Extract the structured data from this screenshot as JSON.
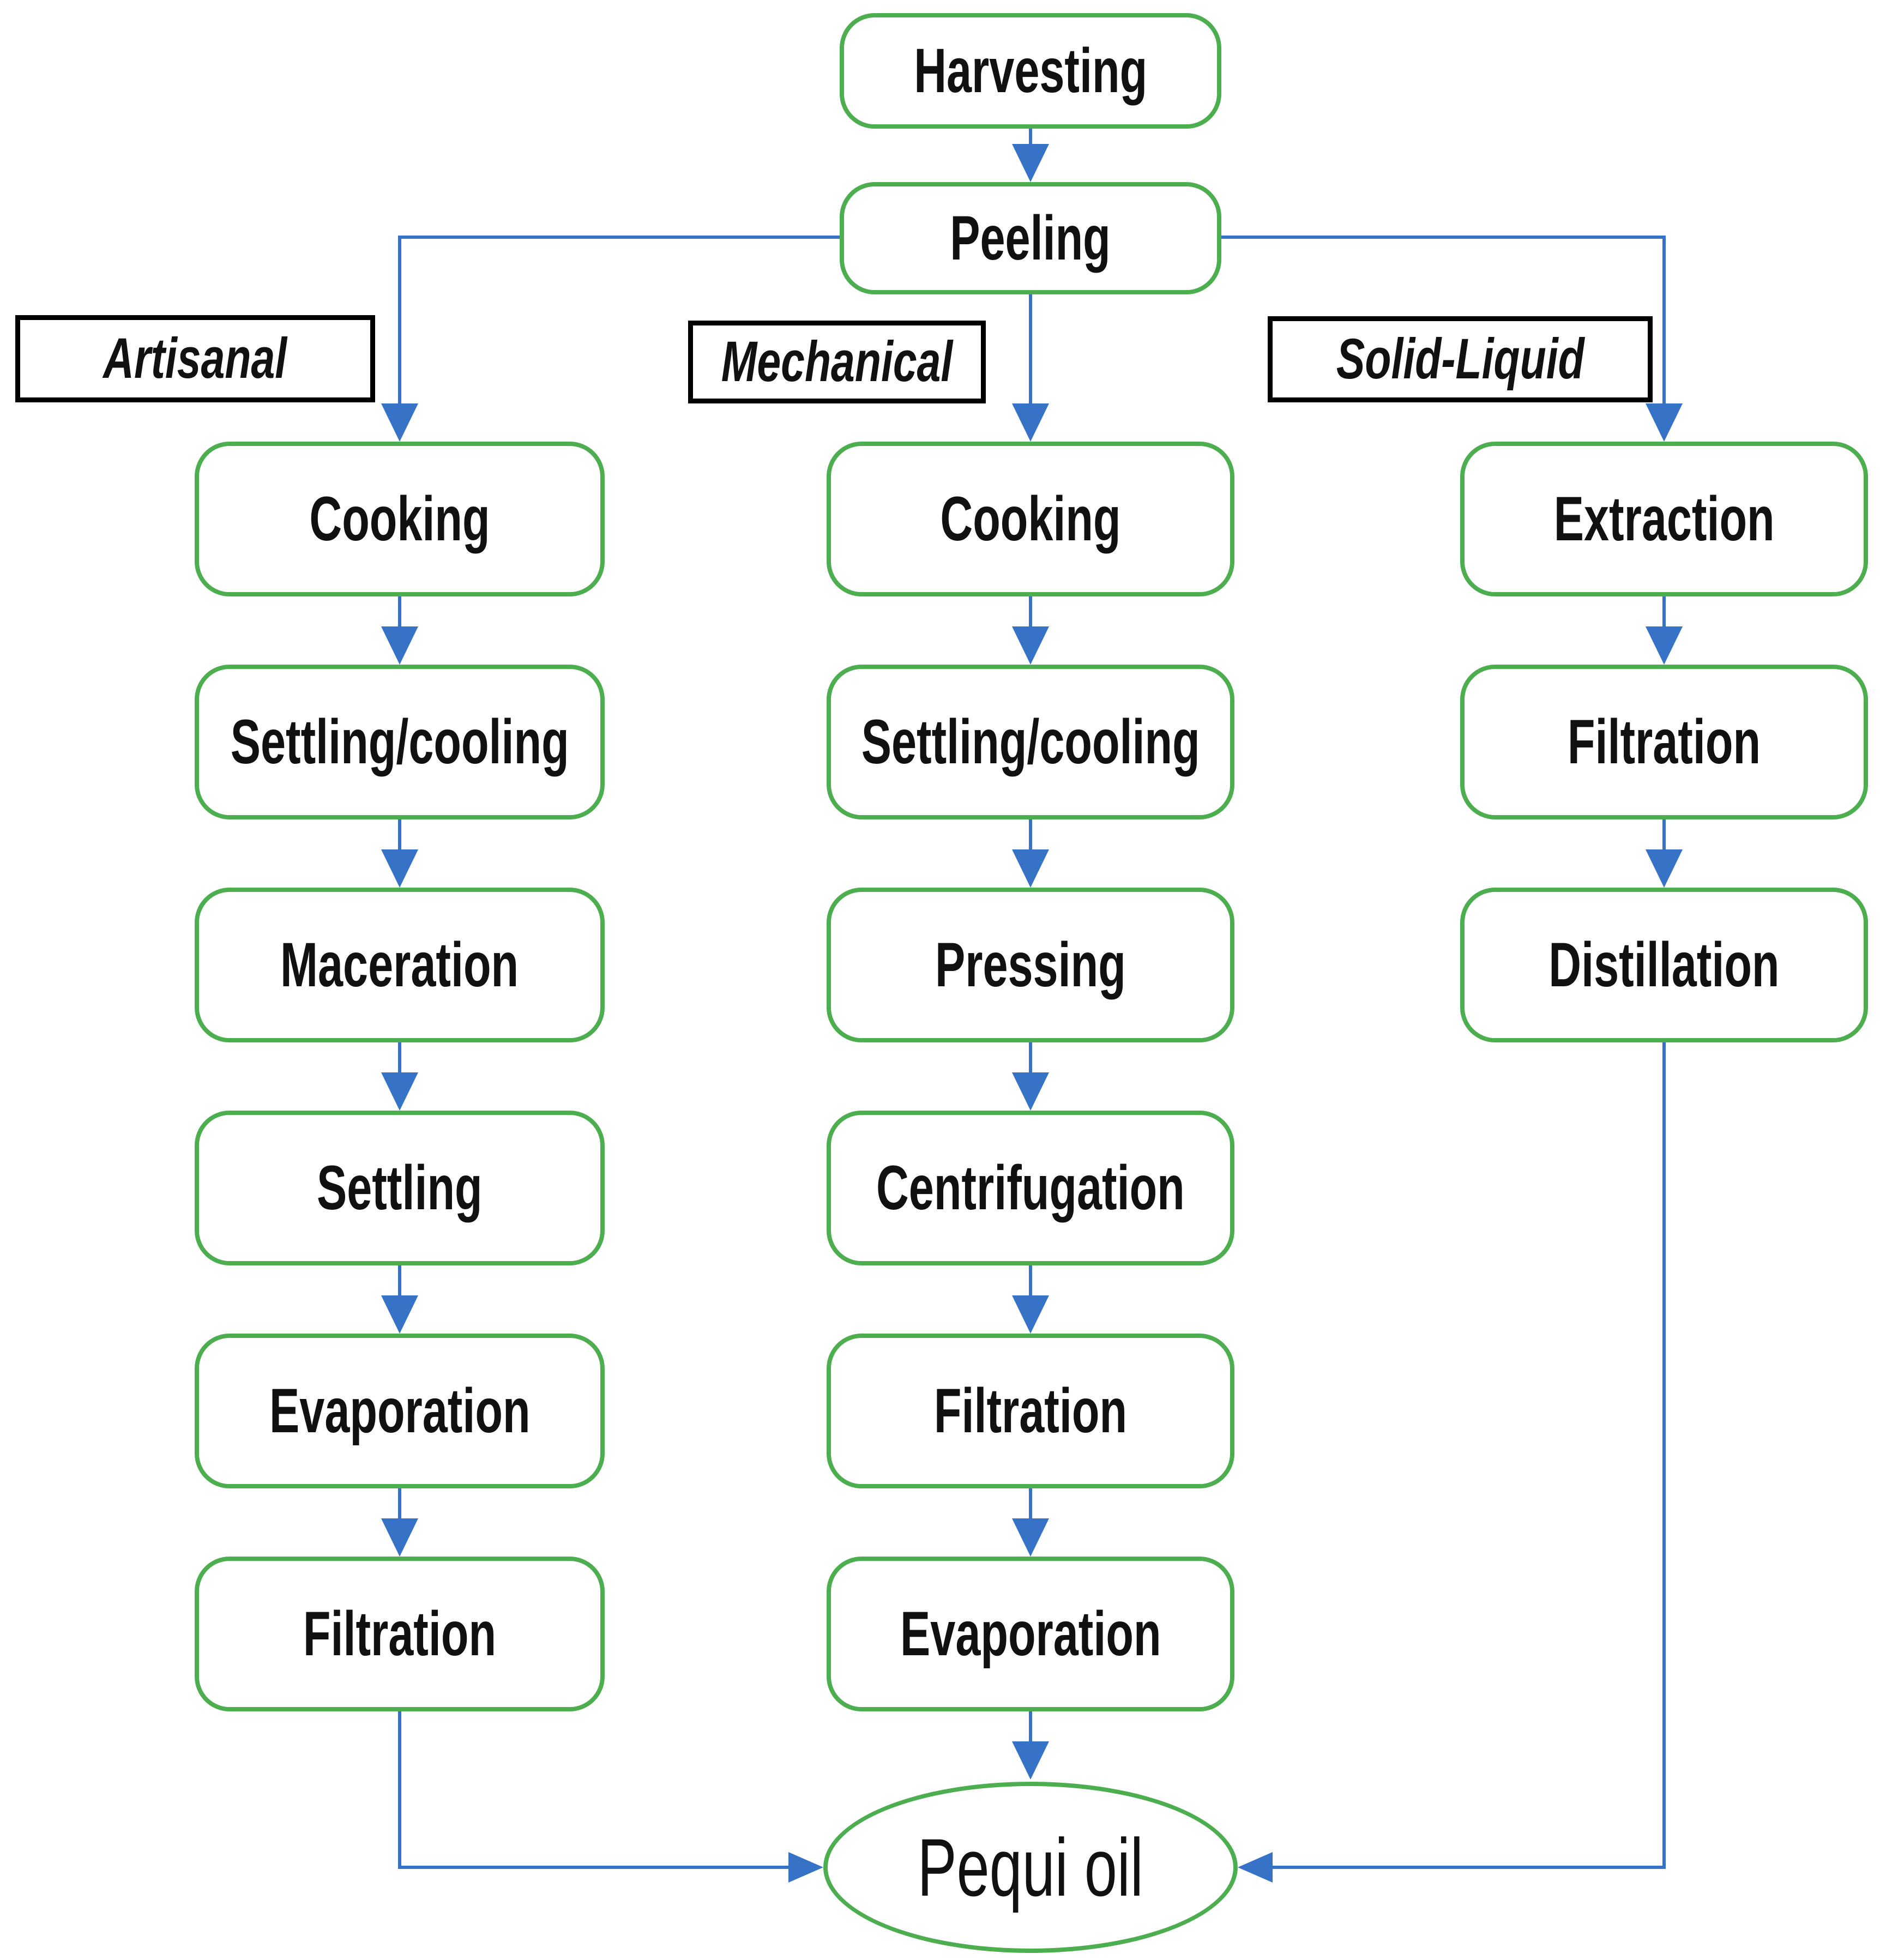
{
  "flowchart": {
    "start": {
      "harvesting": "Harvesting",
      "peeling": "Peeling"
    },
    "branches": [
      {
        "label": "Artisanal",
        "steps": [
          "Cooking",
          "Settling/cooling",
          "Maceration",
          "Settling",
          "Evaporation",
          "Filtration"
        ]
      },
      {
        "label": "Mechanical",
        "steps": [
          "Cooking",
          "Settling/cooling",
          "Pressing",
          "Centrifugation",
          "Filtration",
          "Evaporation"
        ]
      },
      {
        "label": "Solid-Liquid",
        "steps": [
          "Extraction",
          "Filtration",
          "Distillation"
        ]
      }
    ],
    "end": {
      "label": "Pequi oil"
    },
    "colors": {
      "node_border": "#4cae4f",
      "connector": "#3672c6",
      "label_border": "#000000",
      "text": "#111111"
    }
  }
}
